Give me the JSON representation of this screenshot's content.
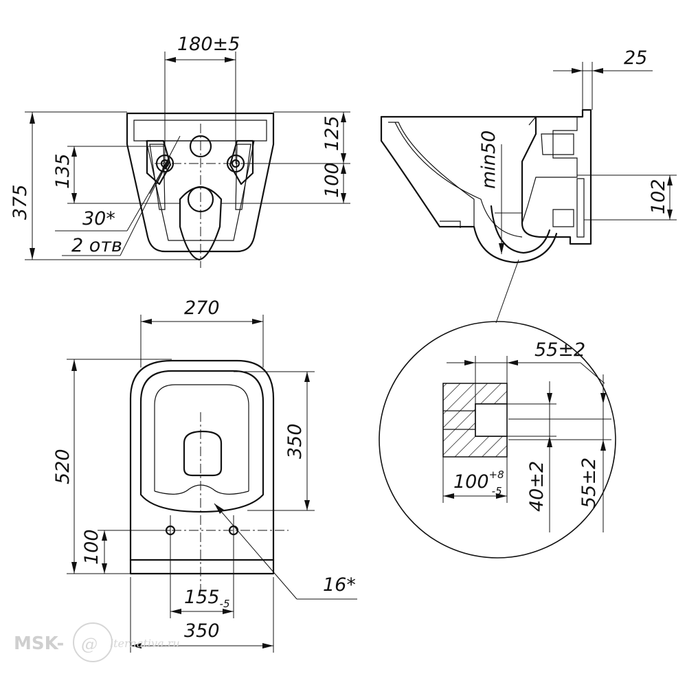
{
  "dimensions": {
    "front_width_holes": "180±5",
    "front_height": "375",
    "front_holes_height": "135",
    "front_right_top": "125",
    "front_right_bottom": "100",
    "angle_holes": "30*",
    "holes_count": "2 отв",
    "side_depth_min": "min50",
    "side_right": "102",
    "side_top": "25",
    "plan_width": "270",
    "plan_length": "520",
    "plan_bowl": "350",
    "plan_holes_offset": "100",
    "plan_holes_spacing": "155",
    "plan_holes_spacing_tol": "-5",
    "plan_total_width": "350",
    "angle_bottom": "16*",
    "detail_top": "55±2",
    "detail_width": "100",
    "detail_width_tol_upper": "+8",
    "detail_width_tol_lower": "-5",
    "detail_height_40": "40±2",
    "detail_height_55": "55±2"
  },
  "watermark": {
    "brand": "MSK-",
    "at_symbol": "@",
    "tail": "lternativa.ru"
  }
}
